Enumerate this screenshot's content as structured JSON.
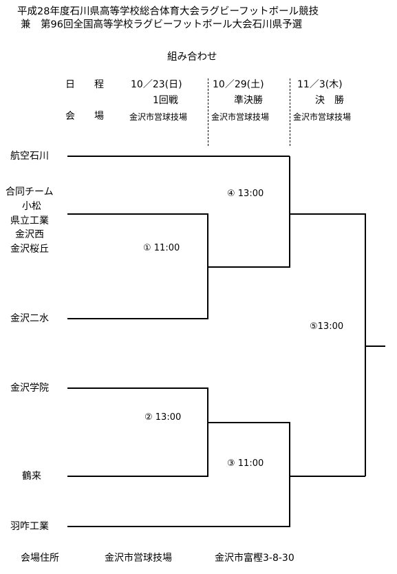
{
  "title": {
    "line1": "平成28年度石川県高等学校総合体育大会ラグビーフットボール競技",
    "line2": "兼　第96回全国高等学校ラグビーフットボール大会石川県予選",
    "subtitle": "組み合わせ"
  },
  "schedule": {
    "row_date_label": "日　　程",
    "row_venue_label": "会　　場",
    "columns": [
      {
        "date": "10／23(日)",
        "round": "1回戦",
        "venue": "金沢市営球技場"
      },
      {
        "date": "10／29(土)",
        "round": "準決勝",
        "venue": "金沢市営球技場"
      },
      {
        "date": "11／3(木)",
        "round": "決　勝",
        "venue": "金沢市営球技場"
      }
    ]
  },
  "teams": {
    "t1": "航空石川",
    "t2": [
      "合同チーム",
      "小松",
      "県立工業",
      "金沢西",
      "金沢桜丘"
    ],
    "t3": "金沢二水",
    "t4": "金沢学院",
    "t5": "鶴来",
    "t6": "羽咋工業"
  },
  "matches": {
    "m1": "① 11:00",
    "m2": "② 13:00",
    "m3": "③ 11:00",
    "m4": "④ 13:00",
    "m5": "⑤13:00"
  },
  "footer": {
    "label": "会場住所",
    "venue": "金沢市営球技場",
    "address": "金沢市富樫3-8-30"
  }
}
